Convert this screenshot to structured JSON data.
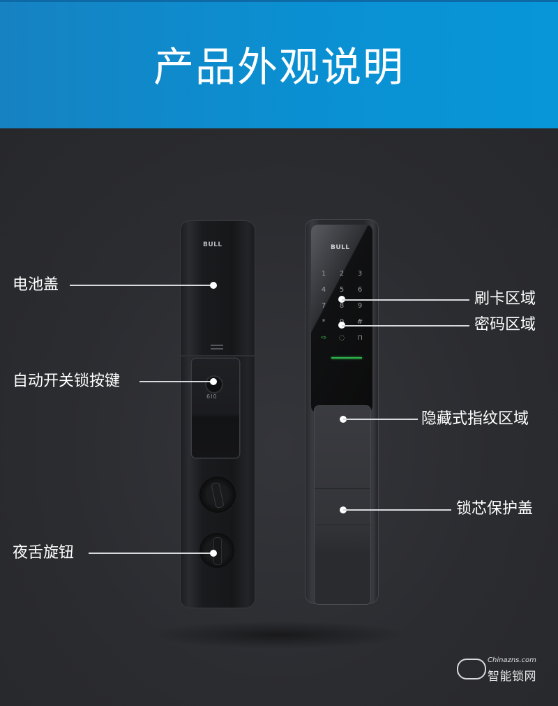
{
  "header": {
    "title": "产品外观说明",
    "bg_color": "#0a90d2"
  },
  "products": {
    "brand_logo": "BULL",
    "left_lock": {
      "button_panel_text": "6I0"
    },
    "right_lock": {
      "keypad": [
        "1",
        "2",
        "3",
        "4",
        "5",
        "6",
        "7",
        "8",
        "9",
        "*",
        "0",
        "#",
        "enter-icon",
        "bell-icon",
        "lock-icon"
      ],
      "led_color": "#2fb44a"
    }
  },
  "callouts": {
    "left": [
      {
        "label": "电池盖"
      },
      {
        "label": "自动开关锁按键"
      },
      {
        "label": "夜舌旋钮"
      }
    ],
    "right": [
      {
        "label": "刷卡区域"
      },
      {
        "label": "密码区域"
      },
      {
        "label": "隐藏式指纹区域"
      },
      {
        "label": "锁芯保护盖"
      }
    ]
  },
  "watermark": {
    "domain": "Chinazns.com",
    "name": "智能锁网"
  }
}
